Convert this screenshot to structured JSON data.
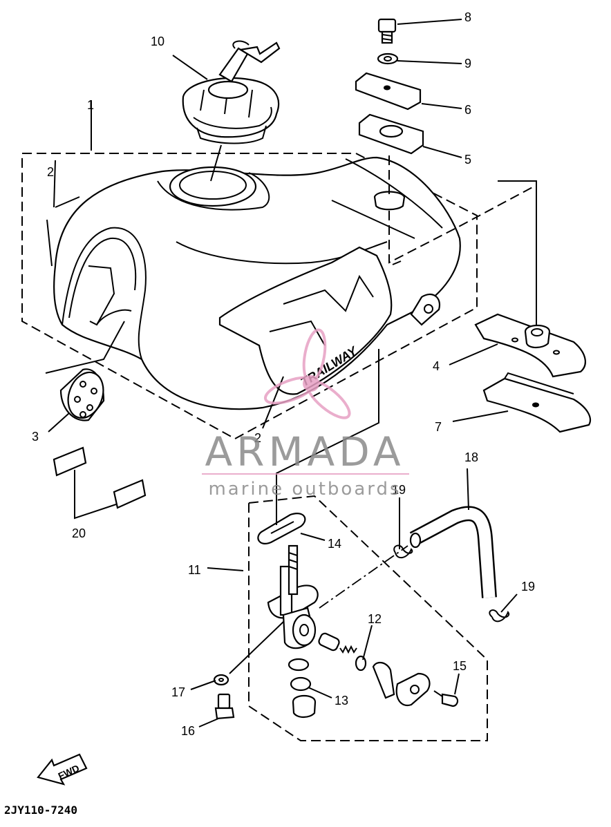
{
  "diagram": {
    "part_labels": [
      "1",
      "2",
      "2",
      "3",
      "4",
      "5",
      "6",
      "7",
      "8",
      "9",
      "10",
      "11",
      "12",
      "13",
      "14",
      "15",
      "16",
      "17",
      "18",
      "19",
      "19",
      "20"
    ],
    "arrow_label": "FWD",
    "tank_decal": "TRAILWAY",
    "drawing_code": "2JY110-7240"
  },
  "watermark": {
    "brand": "ARMADA",
    "tagline": "marine outboards",
    "logo_color": "#e7a0c4",
    "text_color": "#8a8a8a"
  }
}
